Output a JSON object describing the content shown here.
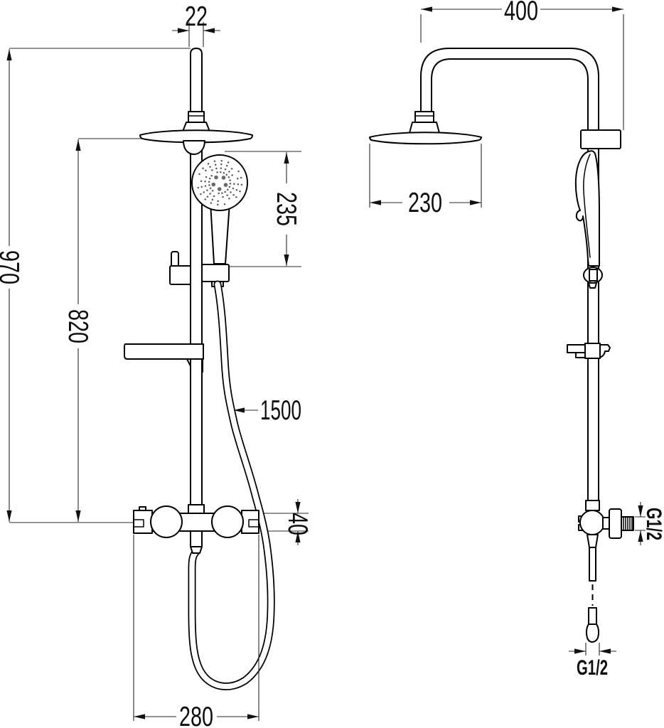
{
  "drawing": {
    "front": {
      "pipe_diameter": "22",
      "overall_height": "970",
      "column_height": "820",
      "handshower_length": "235",
      "hose_length": "1500",
      "mixer_body_height": "40",
      "mixer_centers_width": "280"
    },
    "side": {
      "arm_reach": "400",
      "head_diameter": "230",
      "wall_connection_thread": "G1/2",
      "hose_connection_thread": "G1/2"
    }
  }
}
